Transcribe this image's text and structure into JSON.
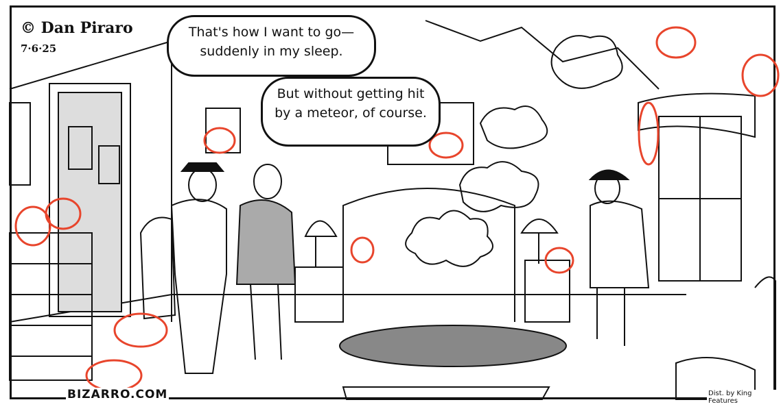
{
  "comic": {
    "signature": "© Dan Piraro",
    "date": "7·6·25",
    "speech_1": "That's how I want to go— suddenly in my sleep.",
    "speech_2": "But without getting hit by a meteor, of course.",
    "website": "BIZARRO.COM",
    "distributor": "Dist. by King Features"
  },
  "colors": {
    "ink": "#111111",
    "highlight_circles": "#e8452c",
    "paper": "#ffffff"
  }
}
